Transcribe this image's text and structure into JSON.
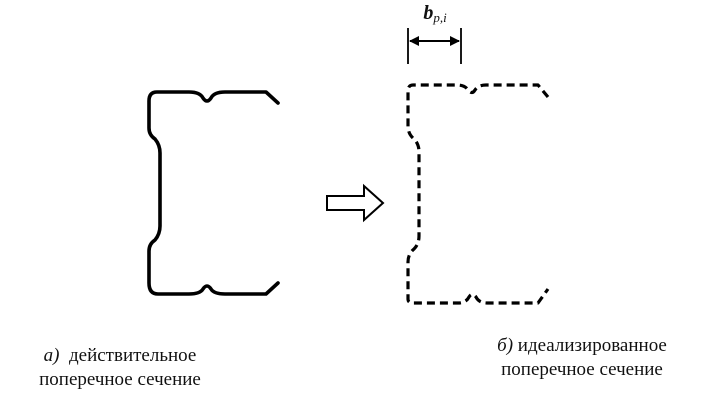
{
  "figure": {
    "dimension_label": {
      "main": "b",
      "sub": "p,i"
    },
    "caption_a": {
      "letter": "а)",
      "line1": "действительное",
      "line2": "поперечное сечение"
    },
    "caption_b": {
      "letter": "б)",
      "line1": "идеализированное",
      "line2": "поперечное сечение"
    }
  }
}
